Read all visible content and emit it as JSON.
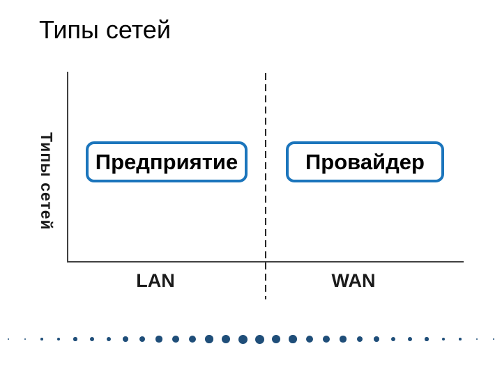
{
  "slide": {
    "title": "Типы сетей"
  },
  "diagram": {
    "y_axis_label": "Типы сетей",
    "boxes": [
      {
        "label": "Предприятие"
      },
      {
        "label": "Провайдер"
      }
    ],
    "x_labels": [
      "LAN",
      "WAN"
    ]
  },
  "colors": {
    "accent_blue": "#1B75BC",
    "dot_navy": "#1F4E79",
    "axis_gray": "#404040",
    "dash_gray": "#262626"
  },
  "dots": {
    "count": 30,
    "min_size": 2,
    "max_size": 13
  }
}
